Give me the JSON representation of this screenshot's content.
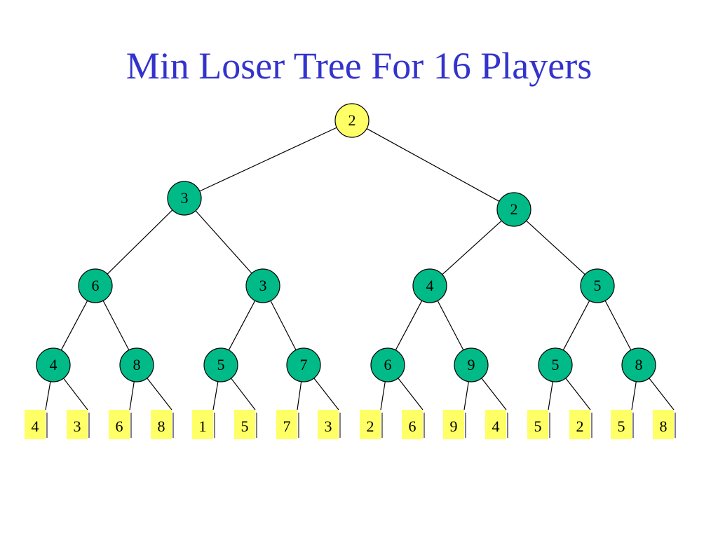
{
  "title": "Min Loser Tree For 16 Players",
  "colors": {
    "root_fill": "#ffff66",
    "node_fill": "#00bb88",
    "player_fill": "#ffff66",
    "title": "#3333cc"
  },
  "tree": {
    "root": "2",
    "levels": [
      [
        "3",
        "2"
      ],
      [
        "6",
        "3",
        "4",
        "5"
      ],
      [
        "4",
        "8",
        "5",
        "7",
        "6",
        "9",
        "5",
        "8"
      ]
    ],
    "players": [
      "4",
      "3",
      "6",
      "8",
      "1",
      "5",
      "7",
      "3",
      "2",
      "6",
      "9",
      "4",
      "5",
      "2",
      "5",
      "8"
    ]
  }
}
